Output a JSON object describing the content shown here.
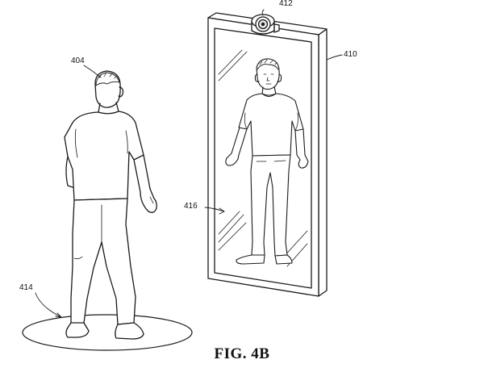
{
  "figure": {
    "caption": "FIG. 4B",
    "refs": {
      "person": "404",
      "camera": "412",
      "mirror": "410",
      "floor_area": "414",
      "reflection": "416"
    }
  },
  "style": {
    "ink": "#1a1a1a",
    "background": "#ffffff"
  }
}
